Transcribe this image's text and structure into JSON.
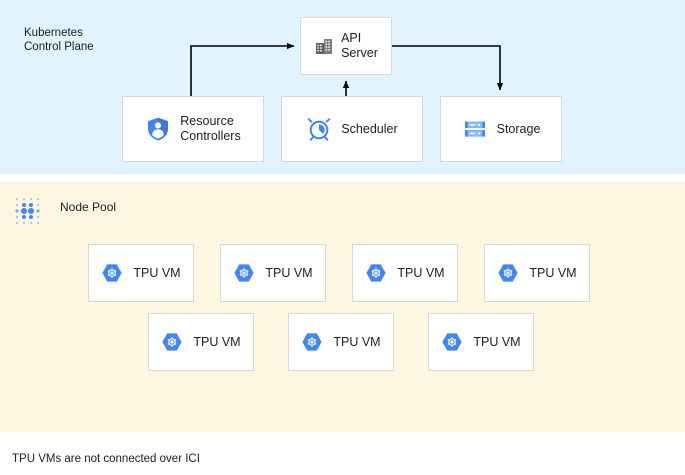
{
  "diagram": {
    "caption": "TPU VMs are not connected over ICI",
    "colors": {
      "control_plane_band": "#E0F3FE",
      "node_pool_band": "#FDF6E0",
      "box_fill": "#FFFFFF",
      "box_border": "#D8D8D8",
      "accent_blue": "#4285F4",
      "icon_gray": "#5F6368",
      "arrow": "#000000",
      "text": "#202124"
    }
  },
  "control_plane": {
    "label": "Kubernetes\nControl Plane",
    "nodes": {
      "api_server": {
        "label": "API\nServer",
        "icon": "building-icon"
      },
      "resource_controllers": {
        "label": "Resource\nControllers",
        "icon": "shield-user-icon"
      },
      "scheduler": {
        "label": "Scheduler",
        "icon": "alarm-clock-icon"
      },
      "storage": {
        "label": "Storage",
        "icon": "server-rack-icon"
      }
    },
    "arrows": [
      {
        "from": "resource-controllers",
        "to": "api-server",
        "direction": "up-right"
      },
      {
        "from": "scheduler",
        "to": "api-server",
        "direction": "up"
      },
      {
        "from": "api-server",
        "to": "storage",
        "direction": "right-down"
      }
    ]
  },
  "node_pool": {
    "label": "Node Pool",
    "icon": "dot-grid-icon",
    "rows": [
      {
        "vms": [
          {
            "label": "TPU VM",
            "icon": "tpu-hexagon-icon"
          },
          {
            "label": "TPU VM",
            "icon": "tpu-hexagon-icon"
          },
          {
            "label": "TPU VM",
            "icon": "tpu-hexagon-icon"
          },
          {
            "label": "TPU VM",
            "icon": "tpu-hexagon-icon"
          }
        ]
      },
      {
        "vms": [
          {
            "label": "TPU VM",
            "icon": "tpu-hexagon-icon"
          },
          {
            "label": "TPU VM",
            "icon": "tpu-hexagon-icon"
          },
          {
            "label": "TPU VM",
            "icon": "tpu-hexagon-icon"
          }
        ]
      }
    ]
  }
}
